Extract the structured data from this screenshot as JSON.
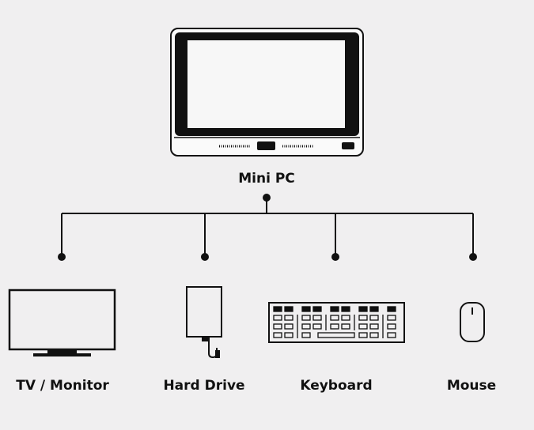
{
  "hub": {
    "label": "Mini PC",
    "icon": "mini-pc-icon"
  },
  "devices": [
    {
      "label": "TV / Monitor",
      "icon": "monitor-icon"
    },
    {
      "label": "Hard Drive",
      "icon": "hard-drive-icon"
    },
    {
      "label": "Keyboard",
      "icon": "keyboard-icon"
    },
    {
      "label": "Mouse",
      "icon": "mouse-icon"
    }
  ],
  "colors": {
    "background": "#f0eff0",
    "stroke": "#111111"
  }
}
